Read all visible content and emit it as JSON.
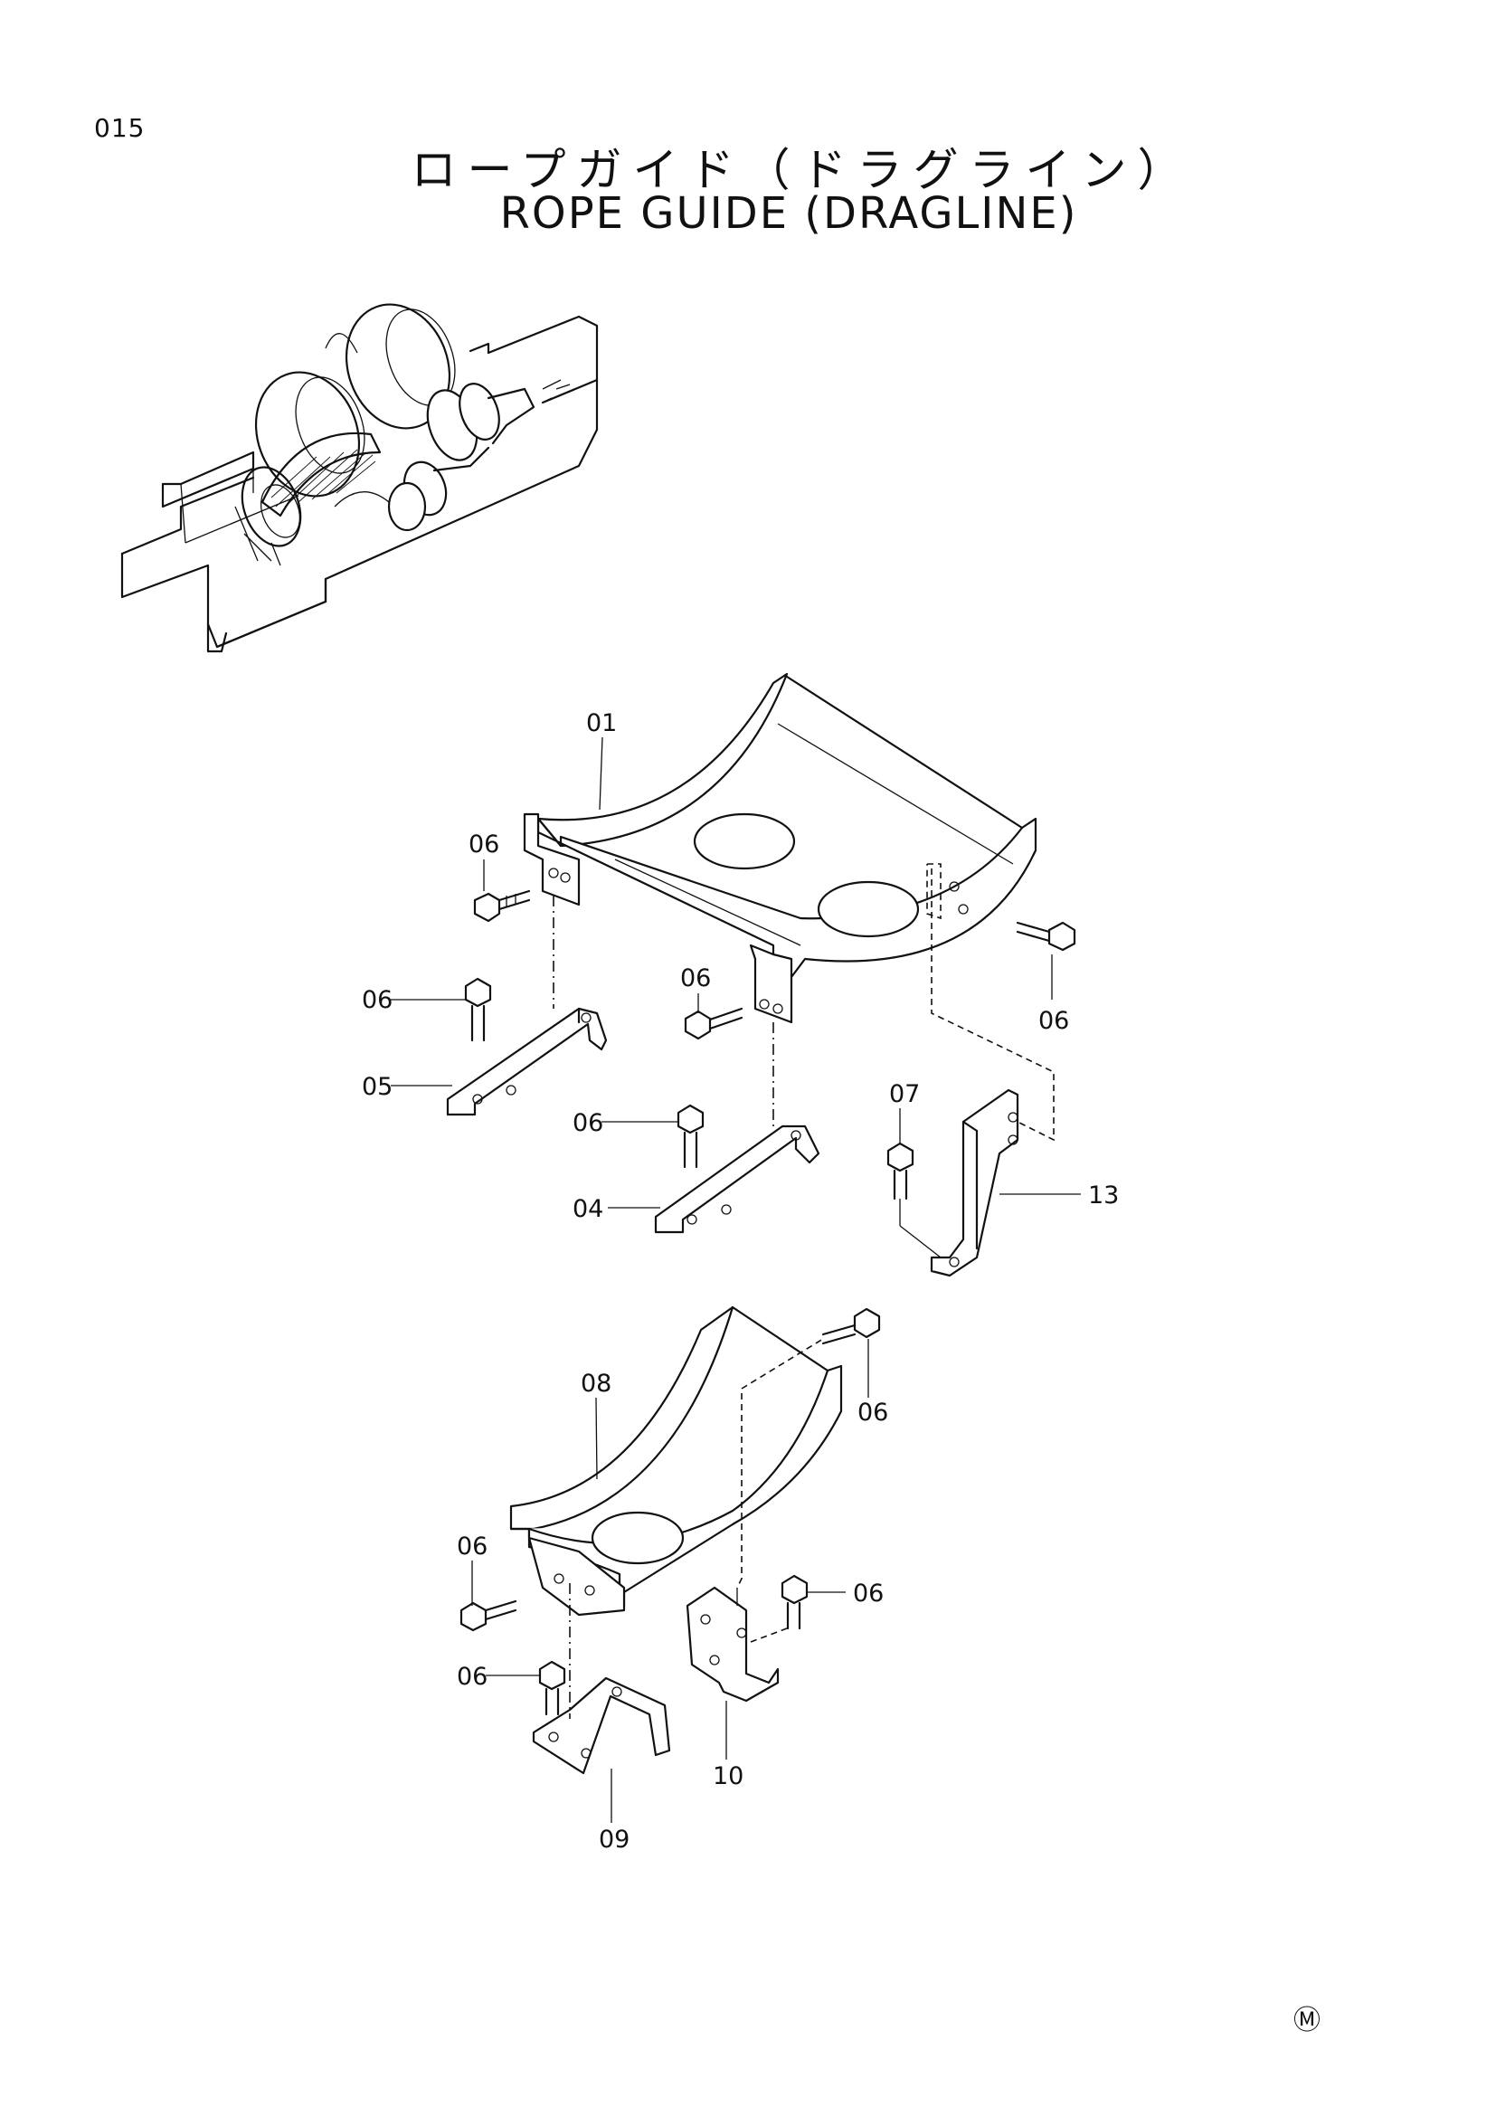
{
  "page": {
    "number": "015",
    "title_jp": "ロープガイド（ドラグライン）",
    "title_en": "ROPE GUIDE (DRAGLINE)",
    "mark": "Ⓜ"
  },
  "callouts": [
    {
      "id": "c01",
      "label": "01"
    },
    {
      "id": "c06a",
      "label": "06"
    },
    {
      "id": "c06b",
      "label": "06"
    },
    {
      "id": "c06c",
      "label": "06"
    },
    {
      "id": "c06d",
      "label": "06"
    },
    {
      "id": "c05",
      "label": "05"
    },
    {
      "id": "c06e",
      "label": "06"
    },
    {
      "id": "c04",
      "label": "04"
    },
    {
      "id": "c07",
      "label": "07"
    },
    {
      "id": "c13",
      "label": "13"
    },
    {
      "id": "c08",
      "label": "08"
    },
    {
      "id": "c06f",
      "label": "06"
    },
    {
      "id": "c06g",
      "label": "06"
    },
    {
      "id": "c06h",
      "label": "06"
    },
    {
      "id": "c06i",
      "label": "06"
    },
    {
      "id": "c10",
      "label": "10"
    },
    {
      "id": "c09",
      "label": "09"
    }
  ]
}
